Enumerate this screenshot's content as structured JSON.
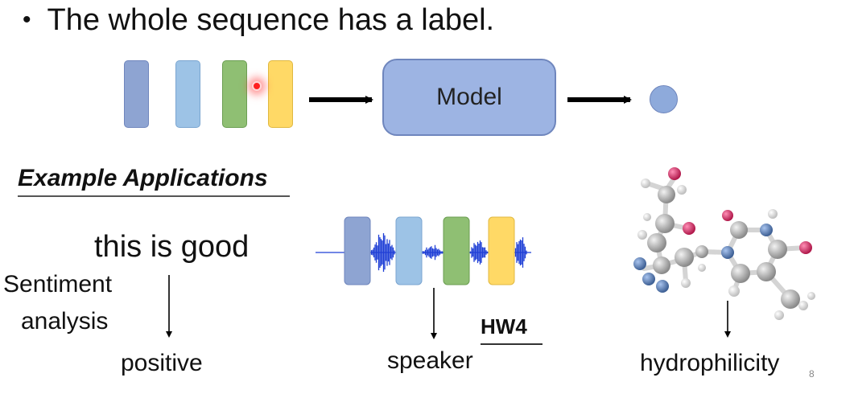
{
  "slide": {
    "bullet_symbol": "•",
    "bullet_text": "The whole sequence has a label.",
    "model_label": "Model",
    "examples_title": "Example Applications",
    "page_number": "8"
  },
  "examples": {
    "text_input": "this is good",
    "sentiment_line1": "Sentiment",
    "sentiment_line2": "analysis",
    "sentiment_output": "positive",
    "speech_output": "speaker",
    "homework_label": "HW4",
    "molecule_output": "hydrophilicity"
  },
  "colors": {
    "vector_1": "#8ea4d2",
    "vector_2": "#9dc3e6",
    "vector_3": "#8fbf73",
    "vector_4": "#ffd966",
    "model_fill": "#9db4e3",
    "waveform": "#1f3fd6",
    "molecule_carbon": "#999999",
    "molecule_nitrogen": "#4a6fa5",
    "molecule_oxygen": "#cc2255",
    "molecule_hydrogen": "#e0e0e0"
  },
  "icons": [
    "arrow-right-icon",
    "arrow-down-icon",
    "waveform-icon",
    "molecule-icon",
    "laser-pointer-icon"
  ]
}
